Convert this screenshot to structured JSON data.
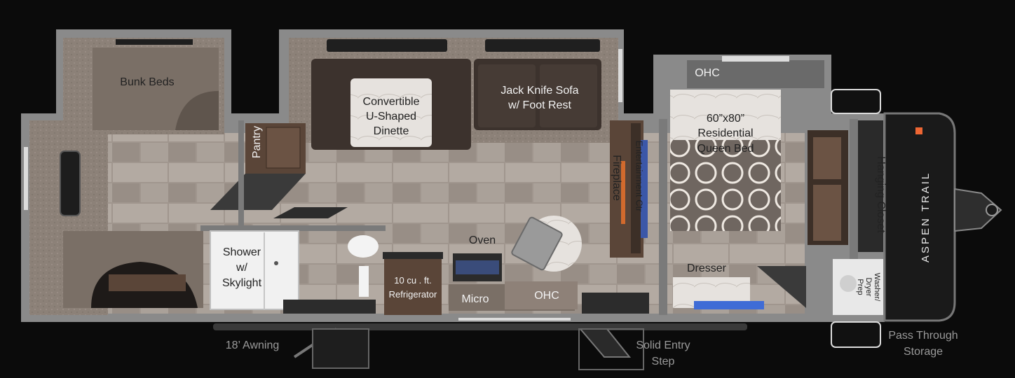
{
  "brand": {
    "logo_text": "ASPEN TRAIL",
    "colors": {
      "background": "#0b0b0b",
      "wall": "#8a8a8a",
      "floor_tile": "#a39a92",
      "carpet": "#8c8178",
      "cabinet": "#5a4538",
      "upholstery": "#3c322d",
      "label_light": "#f2f2f2",
      "label_muted": "#9a9a9a"
    }
  },
  "rooms": {
    "bunk_beds": "Bunk Beds",
    "dinette_line1": "Convertible",
    "dinette_line2": "U-Shaped",
    "dinette_line3": "Dinette",
    "sofa_line1": "Jack Knife Sofa",
    "sofa_line2": "w/ Foot Rest",
    "pantry": "Pantry",
    "shower_line1": "Shower",
    "shower_line2": "w/",
    "shower_line3": "Skylight",
    "fridge_line1": "10 cu . ft.",
    "fridge_line2": "Refrigerator",
    "oven": "Oven",
    "micro": "Micro",
    "kitchen_ohc": "OHC",
    "fireplace": "Fireplace",
    "entertainment": "Entertainment Ctr",
    "bedroom_ohc": "OHC",
    "bed_line1": "60”x80”",
    "bed_line2": "Residential",
    "bed_line3": "Queen Bed",
    "dresser": "Dresser",
    "hanging_closet": "Hanging Closet",
    "washer_line1": "Washer/",
    "washer_line2": "Dryer",
    "washer_line3": "Prep"
  },
  "exterior": {
    "awning": "18’ Awning",
    "entry_line1": "Solid Entry",
    "entry_line2": "Step",
    "storage_line1": "Pass Through",
    "storage_line2": "Storage"
  }
}
